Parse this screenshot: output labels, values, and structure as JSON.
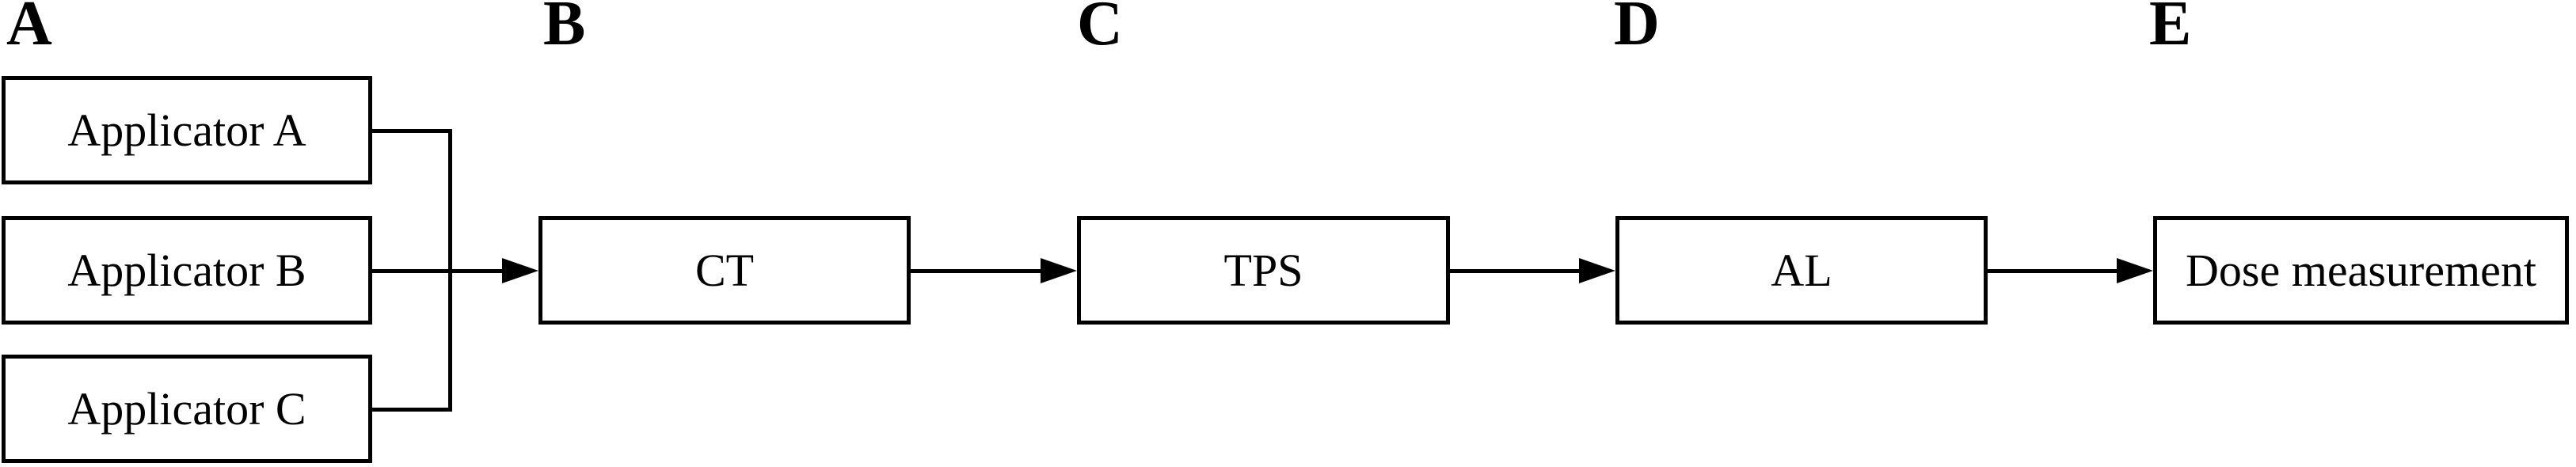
{
  "figure": {
    "type": "flowchart",
    "background_color": "#ffffff",
    "stroke_color": "#000000",
    "panel_labels": [
      {
        "label": "A"
      },
      {
        "label": "B"
      },
      {
        "label": "C"
      },
      {
        "label": "D"
      },
      {
        "label": "E"
      }
    ],
    "applicators": [
      {
        "label": "Applicator A"
      },
      {
        "label": "Applicator B"
      },
      {
        "label": "Applicator C"
      }
    ],
    "pipeline": [
      {
        "label": "CT"
      },
      {
        "label": "TPS"
      },
      {
        "label": "AL"
      },
      {
        "label": "Dose measurement"
      }
    ],
    "connections": [
      "Applicator A -> CT",
      "Applicator B -> CT",
      "Applicator C -> CT",
      "CT -> TPS",
      "TPS -> AL",
      "AL -> Dose measurement"
    ]
  }
}
